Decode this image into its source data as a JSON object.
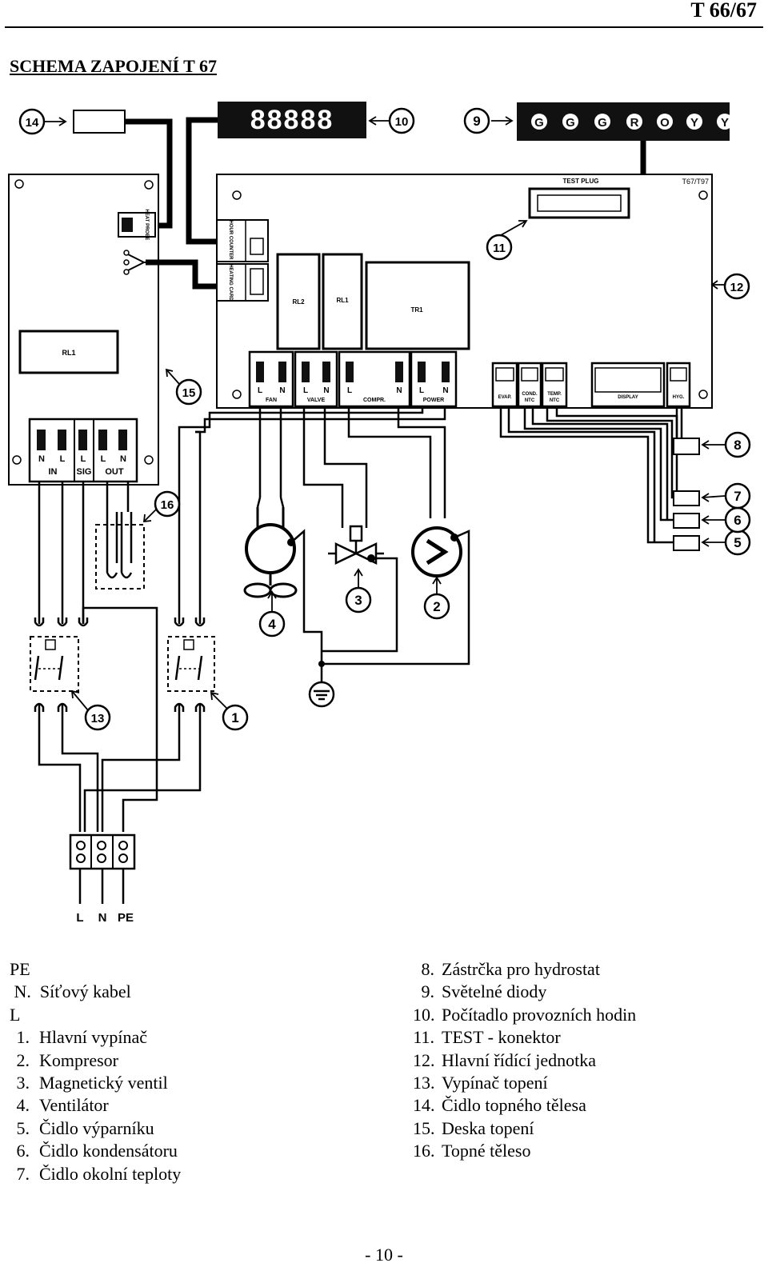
{
  "header": {
    "page_number": "T 66/67"
  },
  "title": "SCHEMA ZAPOJENÍ  T 67",
  "diagram": {
    "callouts": [
      "1",
      "2",
      "3",
      "4",
      "5",
      "6",
      "7",
      "8",
      "9",
      "10",
      "11",
      "12",
      "13",
      "14",
      "15",
      "16"
    ],
    "leds": [
      "G",
      "G",
      "G",
      "R",
      "O",
      "Y",
      "Y"
    ],
    "counter_display": "88888",
    "heater_board": {
      "relay": "RL1",
      "connector_labels": [
        "N",
        "L",
        "L",
        "L",
        "N"
      ],
      "group_labels": [
        "IN",
        "SIG",
        "OUT"
      ],
      "heat_probe": "HEAT PROBE"
    },
    "main_board": {
      "model": "T67/T97",
      "test_plug": "TEST PLUG",
      "hour_counter": "HOUR COUNTER",
      "heating_card": "HEATING CARD",
      "relays": [
        "RL2",
        "RL1",
        "TR1"
      ],
      "power_terminals": [
        {
          "name": "FAN",
          "pins": [
            "L",
            "N"
          ]
        },
        {
          "name": "VALVE",
          "pins": [
            "L",
            "N"
          ]
        },
        {
          "name": "COMPR.",
          "pins": [
            "L",
            "N"
          ]
        },
        {
          "name": "POWER",
          "pins": [
            "L",
            "N"
          ]
        }
      ],
      "sensor_terminals": [
        "EVAP.",
        "COND. NTC",
        "TEMP. NTC",
        "DISPLAY",
        "HYG."
      ]
    },
    "mains_labels": [
      "L",
      "N",
      "PE"
    ]
  },
  "legend_left": [
    {
      "num": "",
      "text": "PE",
      "pad": true
    },
    {
      "num": "",
      "text": " N.  Síťový kabel",
      "pad": true
    },
    {
      "num": "",
      "text": "L",
      "pad": true
    },
    {
      "num": "1.",
      "text": "Hlavní vypínač"
    },
    {
      "num": "2.",
      "text": "Kompresor"
    },
    {
      "num": "3.",
      "text": "Magnetický ventil"
    },
    {
      "num": "4.",
      "text": "Ventilátor"
    },
    {
      "num": "5.",
      "text": "Čidlo výparníku"
    },
    {
      "num": "6.",
      "text": "Čidlo kondensátoru"
    },
    {
      "num": "7.",
      "text": "Čidlo okolní teploty"
    }
  ],
  "legend_right": [
    {
      "num": "8.",
      "text": "Zástrčka pro hydrostat"
    },
    {
      "num": "9.",
      "text": "Světelné diody"
    },
    {
      "num": "10.",
      "text": "Počítadlo provozních hodin"
    },
    {
      "num": "11.",
      "text": "TEST - konektor"
    },
    {
      "num": "12.",
      "text": "Hlavní řídící jednotka"
    },
    {
      "num": "13.",
      "text": "Vypínač topení"
    },
    {
      "num": "14.",
      "text": "Čidlo topného tělesa"
    },
    {
      "num": "15.",
      "text": "Deska topení"
    },
    {
      "num": "16.",
      "text": "Topné těleso"
    }
  ],
  "footer": {
    "page": "- 10 -"
  }
}
